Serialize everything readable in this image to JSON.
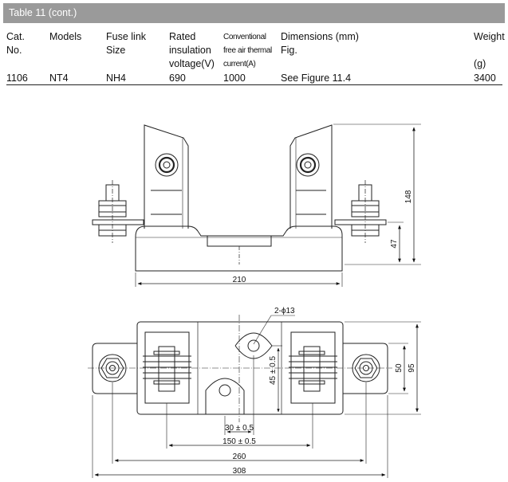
{
  "table_title": "Table 11 (cont.)",
  "headers": {
    "cat": [
      "Cat.",
      "No."
    ],
    "models": "Models",
    "fuse": [
      "Fuse link",
      "Size"
    ],
    "rated": [
      "Rated",
      "insulation",
      "voltage(V)"
    ],
    "conv": [
      "Conventional",
      "free air thermal",
      "current(A)"
    ],
    "dims": [
      "Dimensions (mm)",
      "Fig."
    ],
    "weight": [
      "Weight",
      "(g)"
    ]
  },
  "row": {
    "cat": "1106",
    "model": "NT4",
    "fuse": "NH4",
    "voltage": "690",
    "current": "1000",
    "fig": "See Figure 11.4",
    "weight": "3400"
  },
  "figure": {
    "front_width": "210",
    "front_height": "148",
    "front_lower": "47",
    "hole_label": "2-ϕ13",
    "tol_45": "45 ± 0.5",
    "tol_30": "30 ± 0.5",
    "tol_150": "150 ± 0.5",
    "dim_260": "260",
    "dim_308": "308",
    "dim_50": "50",
    "dim_95": "95"
  }
}
